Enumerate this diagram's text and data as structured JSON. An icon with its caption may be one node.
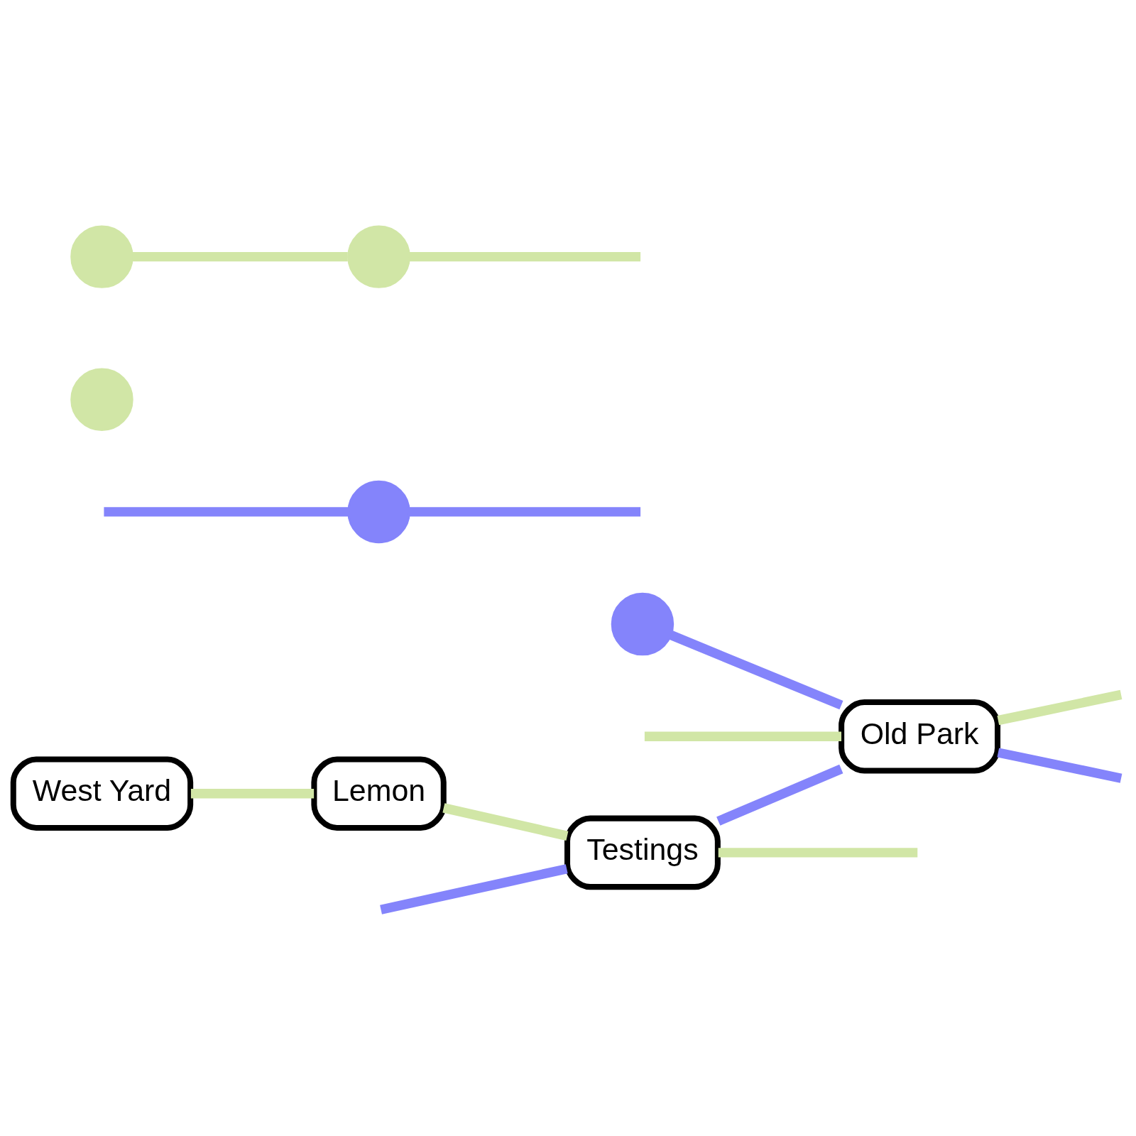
{
  "diagram": {
    "nodes": [
      {
        "text": [
          "West Yard"
        ]
      },
      {
        "text": [],
        "shape": "circle"
      },
      {
        "text": [],
        "shape": "circle"
      },
      {
        "text": [
          "Lemon"
        ]
      },
      {
        "text": [
          "Testings"
        ]
      },
      {
        "text": [],
        "shape": "circle"
      },
      {
        "text": [],
        "shape": "circle"
      },
      {
        "text": [],
        "shape": "circle"
      },
      {
        "text": [
          "Old Park"
        ]
      }
    ],
    "edges": [
      {
        "from": 0,
        "to": 3,
        "arrow": "none"
      },
      {
        "from": 3,
        "to": 4,
        "arrow": "none"
      },
      {
        "from": 4,
        "to": null,
        "arrow": "none"
      },
      {
        "from": null,
        "to": 4,
        "arrow": "none",
        "color": "#8484fb"
      },
      {
        "from": 4,
        "to": 8,
        "arrow": "none",
        "color": "#8484fb"
      },
      {
        "from": 8,
        "to": null,
        "arrow": "none"
      },
      {
        "from": 7,
        "to": 8,
        "arrow": "none",
        "color": "#8484fb"
      },
      {
        "from": 8,
        "to": null,
        "arrow": "none",
        "color": "#8484fb"
      },
      {
        "from": null,
        "to": 8,
        "arrow": "none"
      },
      {
        "from": null,
        "to": 1,
        "arrow": "none",
        "color": "#8484fb"
      },
      {
        "from": 1,
        "to": null,
        "arrow": "none",
        "color": "#8484fb"
      },
      {
        "from": 5,
        "to": 6,
        "arrow": "none"
      },
      {
        "from": 6,
        "to": null,
        "arrow": "none"
      }
    ]
  }
}
